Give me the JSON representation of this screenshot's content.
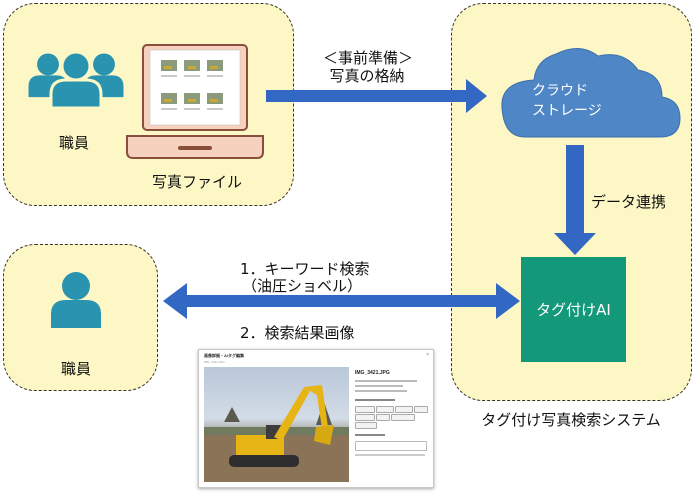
{
  "left_top": {
    "staff_label": "職員",
    "file_label": "写真ファイル"
  },
  "arrow_top": {
    "line1": "＜事前準備＞",
    "line2": "写真の格納"
  },
  "cloud": {
    "line1": "クラウド",
    "line2": "ストレージ"
  },
  "link_label": "データ連携",
  "ai_box": {
    "label": "タグ付けAI"
  },
  "search": {
    "step1_line1": "1．キーワード検索",
    "step1_line2": "（油圧ショベル）",
    "step2": "2．検索結果画像"
  },
  "left_bottom": {
    "staff_label": "職員"
  },
  "system_label": "タグ付け写真検索システム",
  "screenshot": {
    "title": "画像詳細・AIタグ編集",
    "subtitle": "IMG_3421.JPG",
    "filename": "IMG_3421.JPG",
    "close": "×"
  },
  "colors": {
    "panel_fill": "#fcf7c4",
    "person": "#2a93b0",
    "arrow": "#3367c4",
    "cloud": "#4f86c6",
    "ai_box": "#13987a",
    "laptop_fill": "#f6d2be",
    "laptop_stroke": "#8a4f3c"
  }
}
